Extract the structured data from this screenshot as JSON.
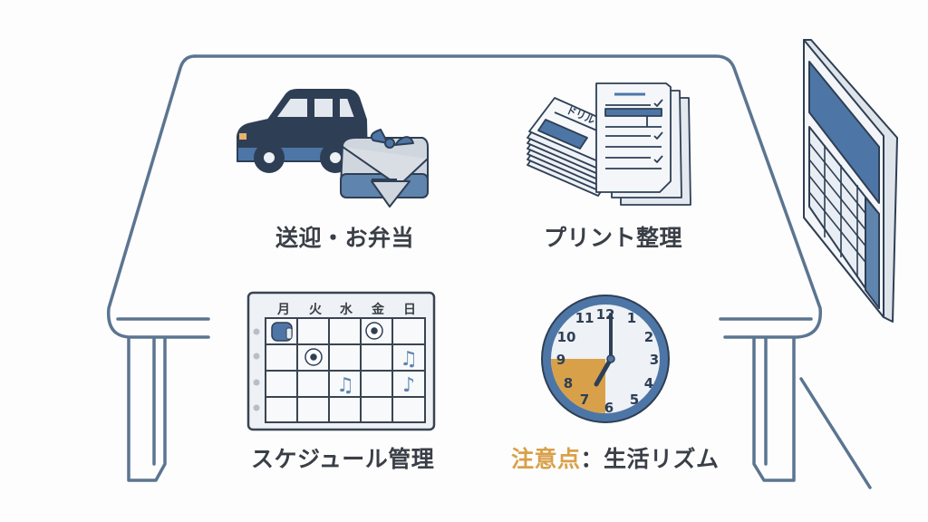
{
  "colors": {
    "outline": "#5b7591",
    "navy": "#2e3f55",
    "blue": "#4d76a6",
    "light": "#e7ecf2",
    "accent": "#d9a04a",
    "text": "#3a3f47"
  },
  "items": [
    {
      "id": "pickup-lunch",
      "label": "送迎・お弁当",
      "icons": [
        "car-icon",
        "furoshiki-lunchbox-icon"
      ]
    },
    {
      "id": "print-organize",
      "label": "プリント整理",
      "icons": [
        "drill-stack-icon",
        "checklist-documents-icon"
      ],
      "drill_label": "ドリル"
    },
    {
      "id": "schedule",
      "label": "スケジュール管理",
      "icons": [
        "weekly-calendar-icon"
      ]
    },
    {
      "id": "rhythm",
      "label_accent": "注意点",
      "label_sep": "：",
      "label_rest": "生活リズム",
      "icons": [
        "clock-icon"
      ]
    }
  ],
  "calendar": {
    "days": [
      "月",
      "火",
      "水",
      "金",
      "日"
    ],
    "rows": [
      [
        "backpack",
        "",
        "",
        "soccer",
        ""
      ],
      [
        "",
        "soccer",
        "",
        "",
        "music"
      ],
      [
        "",
        "",
        "music",
        "",
        "note"
      ],
      [
        "",
        "",
        "",
        "",
        ""
      ]
    ]
  },
  "clock": {
    "numbers": [
      "12",
      "1",
      "2",
      "3",
      "4",
      "5",
      "6",
      "7",
      "8",
      "9",
      "10",
      "11"
    ],
    "time": "7:00",
    "highlight": "6-9"
  }
}
